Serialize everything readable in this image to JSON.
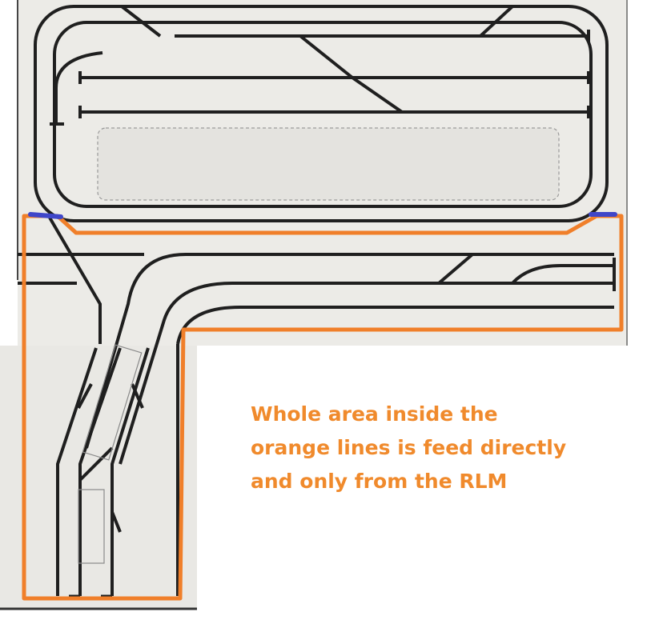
{
  "caption": {
    "lines": [
      "Whole area inside the",
      "orange lines is feed directly",
      "and only from the RLM"
    ]
  },
  "colors": {
    "paper": "#eceae6",
    "track": "#1f1f1f",
    "orange_outline": "#f07f2a",
    "blue_marker": "#3f46c9",
    "caption_text": "#f08a2c",
    "dashed_box": "#9a9a9a"
  }
}
